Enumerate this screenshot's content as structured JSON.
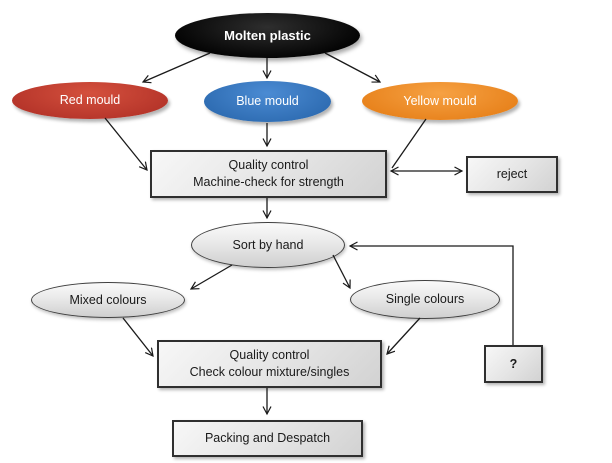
{
  "diagram": {
    "type": "flowchart",
    "background": "#ffffff",
    "nodes": {
      "molten_plastic": {
        "label": "Molten plastic",
        "shape": "ellipse",
        "fill": "#0a0a0a",
        "text_color": "#ffffff"
      },
      "red_mould": {
        "label": "Red mould",
        "shape": "ellipse",
        "fill": "#c13a2d",
        "text_color": "#ffffff"
      },
      "blue_mould": {
        "label": "Blue mould",
        "shape": "ellipse",
        "fill": "#3a7cc4",
        "text_color": "#ffffff"
      },
      "yellow_mould": {
        "label": "Yellow mould",
        "shape": "ellipse",
        "fill": "#ee8d2b",
        "text_color": "#ffffff"
      },
      "qc_strength": {
        "line1": "Quality control",
        "line2": "Machine-check for strength",
        "shape": "rect",
        "fill": "#e3e3e3"
      },
      "reject": {
        "label": "reject",
        "shape": "rect",
        "fill": "#e3e3e3"
      },
      "sort_by_hand": {
        "label": "Sort by hand",
        "shape": "ellipse",
        "fill": "#e0e0e0"
      },
      "mixed_colours": {
        "label": "Mixed colours",
        "shape": "ellipse",
        "fill": "#e0e0e0"
      },
      "single_colours": {
        "label": "Single colours",
        "shape": "ellipse",
        "fill": "#e0e0e0"
      },
      "qc_colour": {
        "line1": "Quality control",
        "line2": "Check colour mixture/singles",
        "shape": "rect",
        "fill": "#e3e3e3"
      },
      "question": {
        "label": "?",
        "shape": "rect",
        "fill": "#e3e3e3"
      },
      "packing": {
        "label": "Packing and Despatch",
        "shape": "rect",
        "fill": "#e3e3e3"
      }
    },
    "edges": [
      {
        "from": "molten_plastic",
        "to": "red_mould"
      },
      {
        "from": "molten_plastic",
        "to": "blue_mould"
      },
      {
        "from": "molten_plastic",
        "to": "yellow_mould"
      },
      {
        "from": "red_mould",
        "to": "qc_strength"
      },
      {
        "from": "blue_mould",
        "to": "qc_strength"
      },
      {
        "from": "yellow_mould",
        "to": "qc_strength"
      },
      {
        "from": "qc_strength",
        "to": "reject",
        "style": "double-headed"
      },
      {
        "from": "qc_strength",
        "to": "sort_by_hand"
      },
      {
        "from": "sort_by_hand",
        "to": "mixed_colours"
      },
      {
        "from": "sort_by_hand",
        "to": "single_colours"
      },
      {
        "from": "mixed_colours",
        "to": "qc_colour"
      },
      {
        "from": "single_colours",
        "to": "qc_colour"
      },
      {
        "from": "qc_colour",
        "to": "packing"
      },
      {
        "from": "question",
        "to": "sort_by_hand"
      }
    ],
    "line_color": "#1a1a1a"
  }
}
